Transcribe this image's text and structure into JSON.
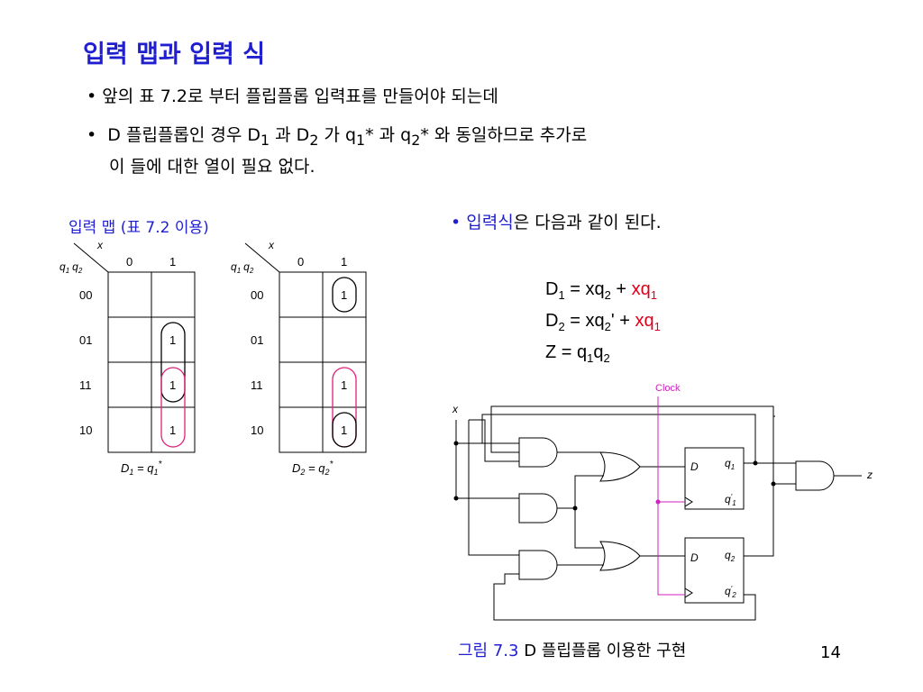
{
  "title": "입력 맵과 입력 식",
  "bullets": {
    "b1_text": "앞의 표 7.2로 부터 플립플롭 입력표를 만들어야 되는데",
    "b2_a": "D 플립플롭인 경우 D",
    "b2_sub1": "1",
    "b2_b": " 과 D",
    "b2_sub2": "2",
    "b2_c": " 가 q",
    "b2_sub3": "1",
    "b2_d": "* 과 q",
    "b2_sub4": "2",
    "b2_e": "* 와 동일하므로 추가로",
    "b2_line2": "이 들에 대한 열이 필요 없다.",
    "b3_blue": "입력식",
    "b3_rest": "은 다음과 같이 된다."
  },
  "kmap_caption": "입력 맵 (표 7.2 이용)",
  "kmap": {
    "x_label": "x",
    "q1_label": "q",
    "q1_sub": "1",
    "q2_label": "q",
    "q2_sub": "2",
    "col_headers": [
      "0",
      "1"
    ],
    "row_headers": [
      "00",
      "01",
      "11",
      "10"
    ],
    "map1": {
      "cells": [
        [
          "",
          ""
        ],
        [
          "",
          "1"
        ],
        [
          "",
          "1"
        ],
        [
          "",
          "1"
        ]
      ],
      "label_a": "D",
      "label_sub": "1",
      "label_b": " = q",
      "label_sub2": "1",
      "label_star": "*"
    },
    "map2": {
      "cells": [
        [
          "",
          "1"
        ],
        [
          "",
          ""
        ],
        [
          "",
          "1"
        ],
        [
          "",
          "1"
        ]
      ],
      "label_a": "D",
      "label_sub": "2",
      "label_b": " = q",
      "label_sub2": "2",
      "label_star": "*"
    }
  },
  "equations": {
    "e1": {
      "lhs": "D",
      "lhs_sub": "1",
      "mid": " = xq",
      "mid_sub": "2",
      "plus": " + ",
      "red": "xq",
      "red_sub": "1"
    },
    "e2": {
      "lhs": "D",
      "lhs_sub": "2",
      "mid": " = xq",
      "mid_sub": "2",
      "tick": "'",
      "plus": " + ",
      "red": "xq",
      "red_sub": "1"
    },
    "e3": {
      "lhs": "Z = q",
      "sub1": "1",
      "mid": "q",
      "sub2": "2"
    }
  },
  "circuit": {
    "clock_label": "Clock",
    "x_label": "x",
    "z_label": "z",
    "ff1": {
      "d": "D",
      "q": "q",
      "q_sub": "1",
      "qp": "q",
      "qp_sup": "′",
      "qp_sub": "1"
    },
    "ff2": {
      "d": "D",
      "q": "q",
      "q_sub": "2",
      "qp": "q",
      "qp_sup": "′",
      "qp_sub": "2"
    },
    "clock_color": "#d020c0"
  },
  "caption": {
    "blue": "그림 7.3",
    "black": " D 플립플롭 이용한 구현"
  },
  "page_number": "14",
  "colors": {
    "title": "#1f1fd0",
    "highlight": "#e0001a",
    "loop_pink": "#e0207a"
  }
}
